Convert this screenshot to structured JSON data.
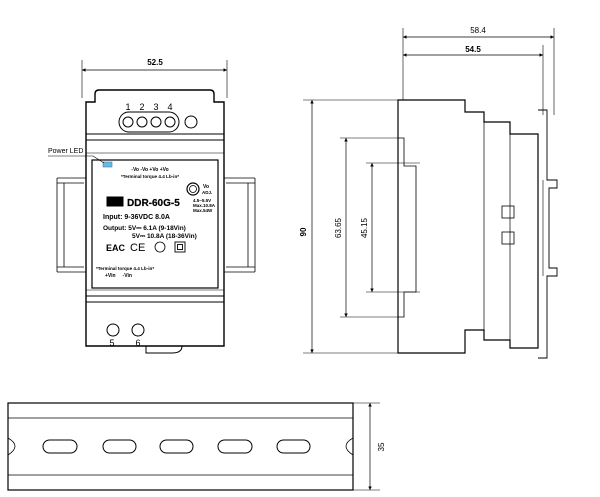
{
  "front_view": {
    "width_dim": "52.5",
    "top_terminals": [
      "1",
      "2",
      "3",
      "4"
    ],
    "bottom_terminals": [
      "5",
      "6"
    ],
    "power_led_label": "Power LED",
    "label": {
      "top_pins": "-Vo -Vo +Vo +Vo",
      "torque_top": "*Terminal torque 4.4 Lb-in*",
      "model": "DDR-60G-5",
      "input": "Input:  9-36VDC  8.0A",
      "output_1": "Output: 5V⎓ 6.1A (9-18Vin)",
      "output_2": "5V⎓ 10.8A (18-36Vin)",
      "adj_vo": "Vo",
      "adj_sub": "ADJ.",
      "rating_1": "4.5~5.5V",
      "rating_2": "Max.10.8A",
      "rating_3": "Max.54W",
      "cert_1": "EAC",
      "cert_2": "CE",
      "torque_bottom": "*Terminal torque 4.4 Lb-in*",
      "bottom_pins": "+Vin     -Vin"
    }
  },
  "side_view": {
    "top_dim_outer": "58.4",
    "top_dim_inner": "54.5",
    "height_outer": "90",
    "height_mid": "63.65",
    "height_inner": "45.15"
  },
  "rail_view": {
    "height_dim": "35"
  }
}
